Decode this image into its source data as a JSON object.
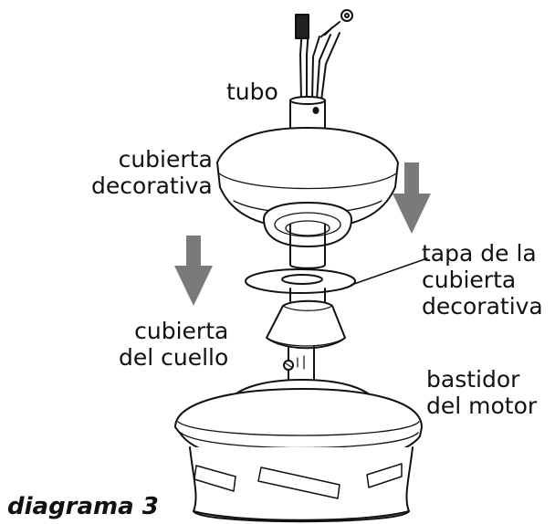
{
  "labels": {
    "tubo": "tubo",
    "cubierta_decorativa": [
      "cubierta",
      "decorativa"
    ],
    "tapa": [
      "tapa de la",
      "cubierta",
      "decorativa"
    ],
    "cubierta_cuello": [
      "cubierta",
      "del cuello"
    ],
    "bastidor_motor": [
      "bastidor",
      "del motor"
    ]
  },
  "caption": "diagrama 3",
  "colors": {
    "line": "#111111",
    "arrow": "#7a7a7a",
    "wire_connector": "#222222"
  }
}
